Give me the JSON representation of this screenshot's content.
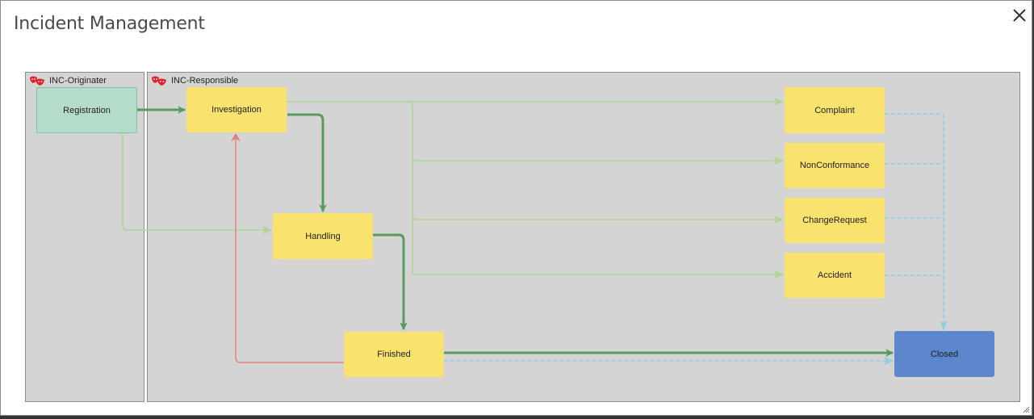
{
  "dialog": {
    "title": "Incident Management",
    "close_icon": "close-icon"
  },
  "lanes": [
    {
      "label": "INC-Originater",
      "icon": "role-masks-icon"
    },
    {
      "label": "INC-Responsible",
      "icon": "role-masks-icon"
    }
  ],
  "nodes": {
    "registration": "Registration",
    "investigation": "Investigation",
    "handling": "Handling",
    "finished": "Finished",
    "complaint": "Complaint",
    "nonconformance": "NonConformance",
    "changerequest": "ChangeRequest",
    "accident": "Accident",
    "closed": "Closed"
  },
  "colors": {
    "node_yellow": "#f9e26e",
    "node_green": "#b5dccb",
    "node_blue": "#5c87cc",
    "lane_bg": "#d4d4d4",
    "edge_main": "#5a9a5e",
    "edge_optional": "#b2d394",
    "edge_reject": "#e08080",
    "edge_auto": "#8fcde0"
  },
  "edges": [
    {
      "from": "Registration",
      "to": "Investigation",
      "style": "main"
    },
    {
      "from": "Registration",
      "to": "Handling",
      "style": "optional"
    },
    {
      "from": "Investigation",
      "to": "Handling",
      "style": "main"
    },
    {
      "from": "Investigation",
      "to": "Complaint",
      "style": "optional"
    },
    {
      "from": "Investigation",
      "to": "NonConformance",
      "style": "optional"
    },
    {
      "from": "Investigation",
      "to": "ChangeRequest",
      "style": "optional"
    },
    {
      "from": "Investigation",
      "to": "Accident",
      "style": "optional"
    },
    {
      "from": "Handling",
      "to": "Finished",
      "style": "main"
    },
    {
      "from": "Finished",
      "to": "Investigation",
      "style": "reject"
    },
    {
      "from": "Finished",
      "to": "Closed",
      "style": "main"
    },
    {
      "from": "Finished",
      "to": "Closed",
      "style": "auto"
    },
    {
      "from": "Complaint",
      "to": "Closed",
      "style": "auto"
    },
    {
      "from": "NonConformance",
      "to": "Closed",
      "style": "auto"
    },
    {
      "from": "ChangeRequest",
      "to": "Closed",
      "style": "auto"
    },
    {
      "from": "Accident",
      "to": "Closed",
      "style": "auto"
    }
  ]
}
